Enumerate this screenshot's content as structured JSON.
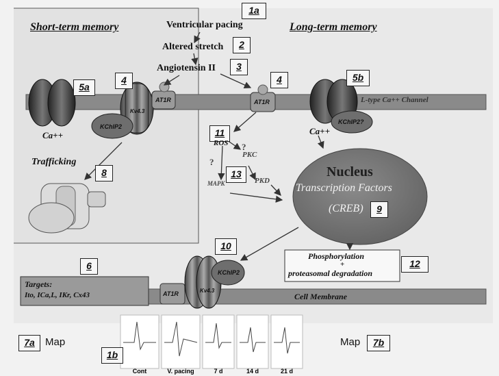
{
  "headings": {
    "short_term": "Short-term memory",
    "long_term": "Long-term memory"
  },
  "pathway": {
    "ventricular_pacing": "Ventricular pacing",
    "altered_stretch": "Altered stretch",
    "angiotensin": "Angiotensin II"
  },
  "markers": {
    "m1a": "1a",
    "m2": "2",
    "m3": "3",
    "m4_left": "4",
    "m4_right": "4",
    "m5a": "5a",
    "m5b": "5b",
    "m6": "6",
    "m8": "8",
    "m9": "9",
    "m10": "10",
    "m11": "11",
    "m12": "12",
    "m13": "13",
    "m7a": "7a",
    "m7b": "7b",
    "m1b": "1b"
  },
  "labels": {
    "ca_left": "Ca++",
    "ca_right": "Ca++",
    "kv43_left": "Kv4.3",
    "kv43_bottom": "Kv4.3",
    "at1r_left": "AT1R",
    "at1r_right": "AT1R",
    "at1r_bottom": "AT1R",
    "kchip2_left": "KChIP2",
    "kchip2_right": "KChIP2?",
    "kchip2_bottom": "KChIP2",
    "l_type_channel": "L-type Ca++ Channel",
    "trafficking": "Trafficking",
    "ros": "ROS",
    "pkc": "PKC",
    "pkd": "PKD",
    "mapk": "MAPK",
    "q1": "?",
    "q2": "?",
    "nucleus": "Nucleus",
    "transcription": "Transcription Factors",
    "creb": "(CREB)",
    "phosphorylation": "Phosphorylation",
    "plus": "+",
    "proteasomal": "proteasomal degradation",
    "targets_title": "Targets:",
    "targets_list": "Ito, ICa,L, IKr, Cx43",
    "cell_membrane": "Cell Membrane",
    "map_left": "Map",
    "map_right": "Map"
  },
  "ecg_strip": {
    "labels": [
      "Cont",
      "V. pacing",
      "7 d",
      "14 d",
      "21 d"
    ]
  },
  "colors": {
    "membrane": "#8a8a8a",
    "nucleus": "#777777",
    "channel_dark": "#3a3a3a",
    "background": "#f2f2f2",
    "inner_panel": "#e6e6e6"
  }
}
